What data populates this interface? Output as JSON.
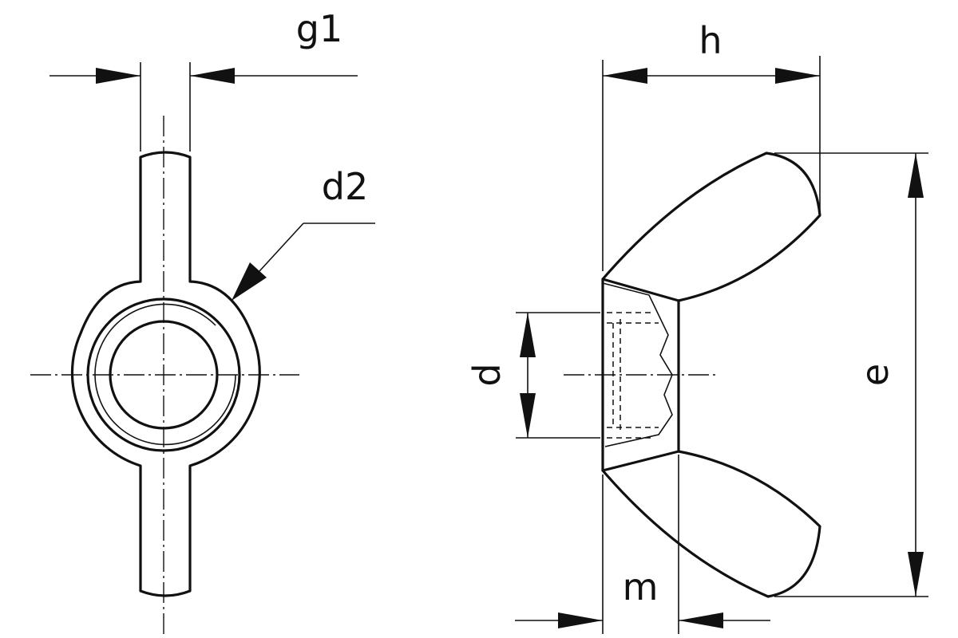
{
  "drawing": {
    "views": [
      "front-view",
      "side-view"
    ],
    "dimension_labels": {
      "g1": "g1",
      "d2": "d2",
      "h": "h",
      "e": "e",
      "d": "d",
      "m": "m"
    }
  },
  "colors": {
    "ink": "#111111",
    "paper": "#ffffff"
  }
}
